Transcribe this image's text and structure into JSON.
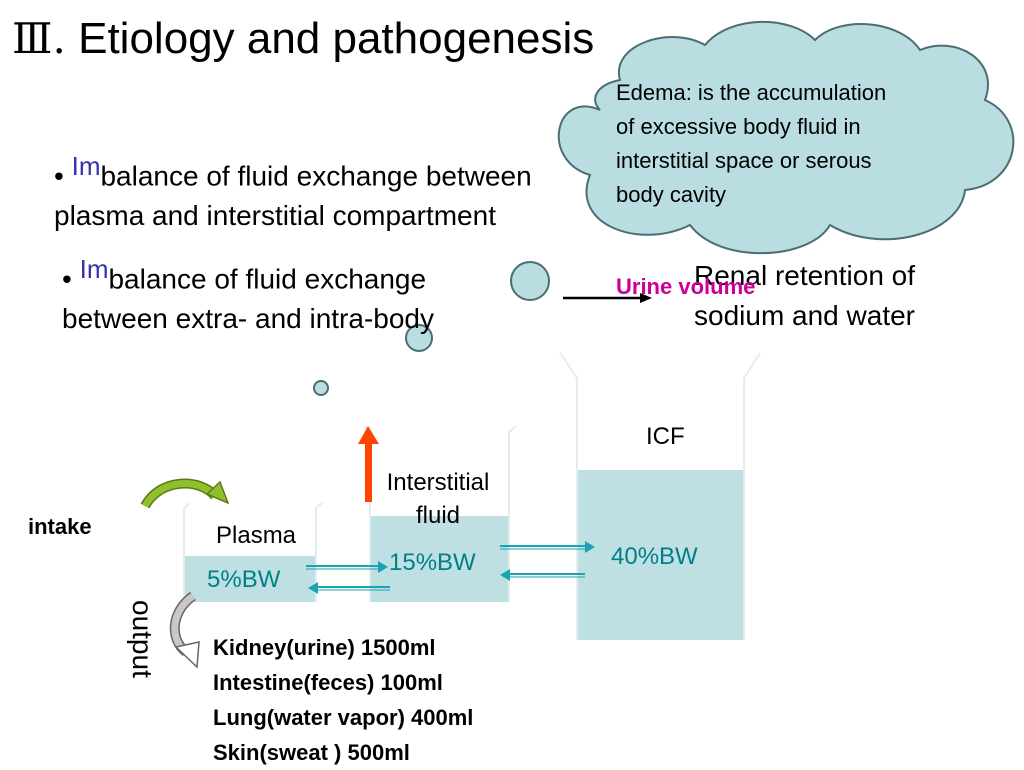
{
  "title": {
    "numeral": "Ⅲ.",
    "text": "Etiology and pathogenesis"
  },
  "bullets": [
    {
      "marker": "•",
      "prefix": "Im",
      "line1": "balance of fluid exchange between",
      "line2": "plasma and interstitial compartment"
    },
    {
      "marker": "•",
      "prefix": "Im",
      "line1": "balance of fluid exchange",
      "line2": "between extra- and intra-body"
    }
  ],
  "cloud": {
    "line1": "Edema: is the accumulation",
    "line2": "of excessive body fluid in",
    "line3": "interstitial space or serous",
    "line4": "body cavity"
  },
  "renal": {
    "line1": "Renal retention of",
    "line2": "sodium and water"
  },
  "urine_label": "Urine volume",
  "diagram": {
    "intake": "intake",
    "output": "output",
    "plasma": {
      "label": "Plasma",
      "value": "5%BW"
    },
    "interstitial": {
      "line1": "Interstitial",
      "line2": "fluid",
      "value": "15%BW"
    },
    "icf": {
      "label": "ICF",
      "value": "40%BW"
    },
    "outputs": [
      "Kidney(urine) 1500ml",
      "Intestine(feces) 100ml",
      "Lung(water vapor) 400ml",
      "Skin(sweat ) 500ml"
    ]
  },
  "colors": {
    "cloud_fill": "#b9dde0",
    "fluid_fill": "#bfe0e3",
    "teal_text": "#007f8a",
    "urine": "#cc0099",
    "up_arrow": "#ff4400",
    "intake_arrow": "#8fbf2a"
  }
}
